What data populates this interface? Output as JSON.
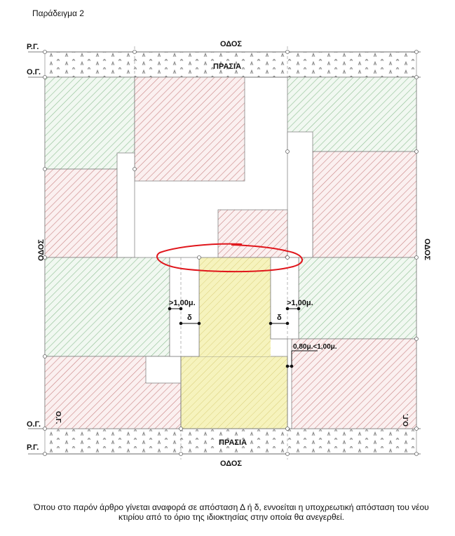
{
  "diagram": {
    "title": "Παράδειγμα 2",
    "labels": {
      "odos_top": "ΟΔΟΣ",
      "odos_bottom": "ΟΔΟΣ",
      "odos_left": "ΟΔΟΣ",
      "odos_right": "ΟΔΟΣ",
      "prasia_top": "ΠΡΑΣΙΑ",
      "prasia_bottom": "ΠΡΑΣΙΑ",
      "rg_top": "Ρ.Γ.",
      "og_top": "Ο.Γ.",
      "og_bottom": "Ο.Γ.",
      "rg_bottom": "Ρ.Γ.",
      "og_left_vertical": "Ο.Γ.",
      "og_right_vertical": "Ο.Γ.",
      "dim_left_min": ">1,00μ.",
      "dim_right_min": ">1,00μ.",
      "delta_left": "δ",
      "delta_right": "δ",
      "dim_range": "0,80μ.<1,00μ."
    },
    "colors": {
      "red_hatch": "#c98585",
      "green_hatch": "#8fbf93",
      "yellow_fill": "#f3f0b0",
      "highlight_stroke": "#e0161c"
    },
    "caption": "Όπου στο παρόν άρθρο γίνεται αναφορά σε απόσταση Δ ή δ, εννοείται η υποχρεωτική απόσταση του νέου κτιρίου από το όριο της ιδιοκτησίας στην οποία θα ανεγερθεί."
  }
}
